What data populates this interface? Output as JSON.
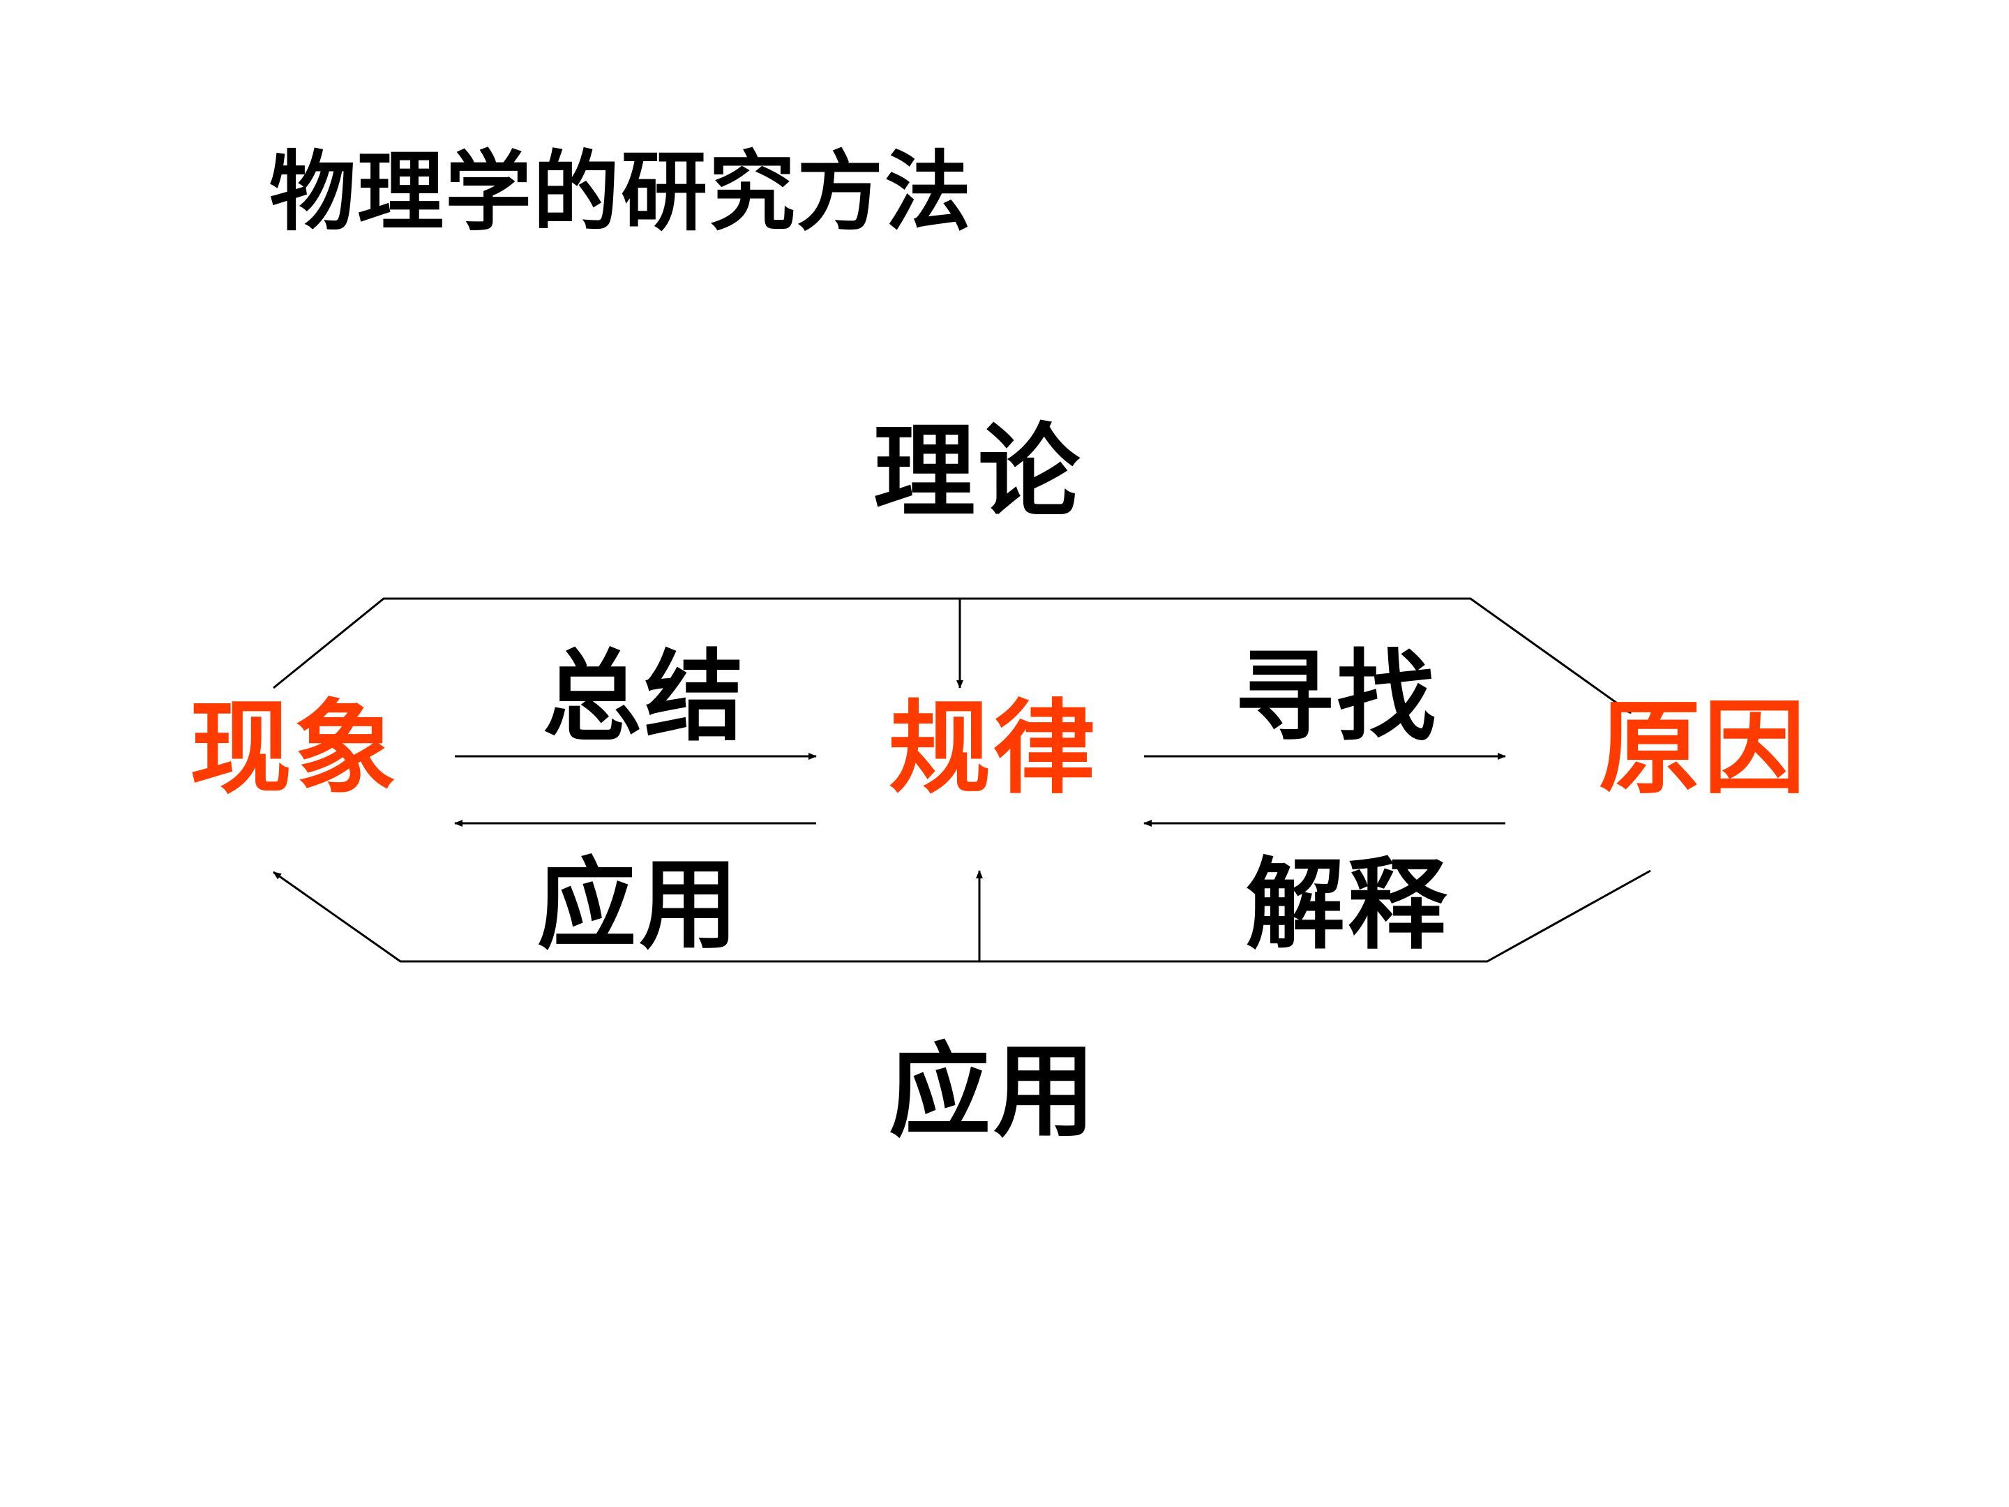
{
  "title": "物理学的研究方法",
  "nodes": {
    "theory": "理论",
    "phenomenon": "现象",
    "law": "规律",
    "cause": "原因",
    "application_bottom": "应用"
  },
  "edges": {
    "summarize": "总结",
    "find": "寻找",
    "apply": "应用",
    "explain": "解释"
  },
  "colors": {
    "accent": "#ff3b00",
    "text": "#000000",
    "line": "#000000",
    "background": "#ffffff"
  }
}
